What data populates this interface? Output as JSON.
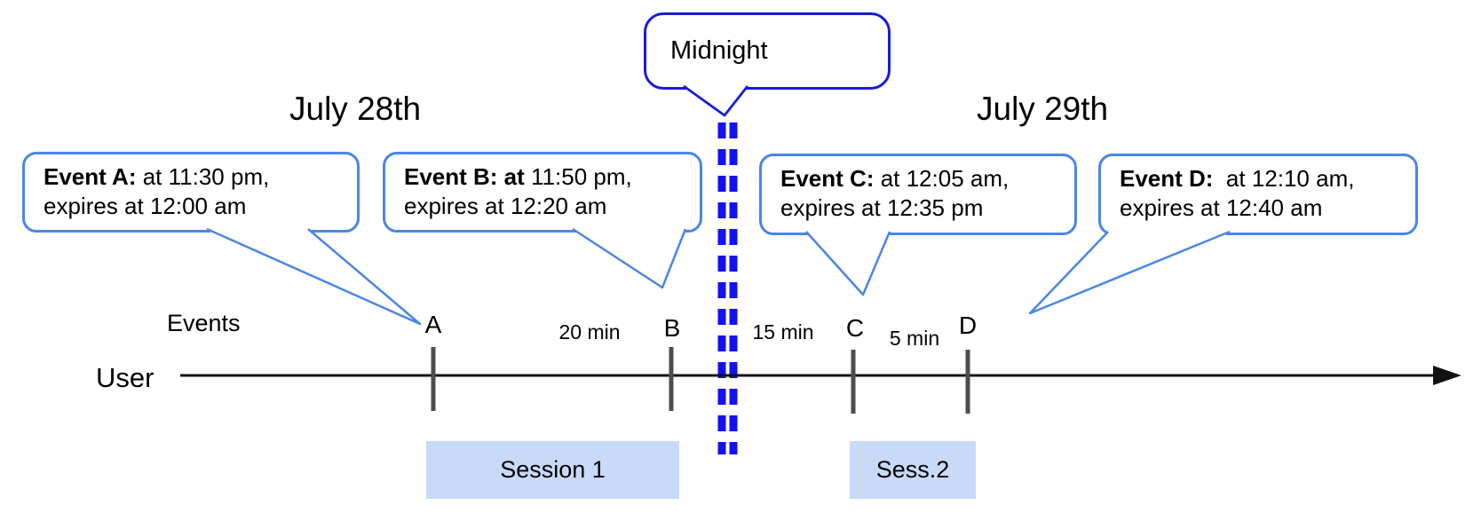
{
  "colors": {
    "event_bubble_border": "#4a86e8",
    "midnight_border": "#1a1add",
    "dash_blue": "#1212ee",
    "session_fill": "#c9daf8",
    "tick_gray": "#4d4d4d",
    "line_black": "#111111"
  },
  "dates": {
    "left": "July 28th",
    "right": "July 29th"
  },
  "midnight_label": "Midnight",
  "axis": {
    "events_label": "Events",
    "user_label": "User"
  },
  "event_bubbles": [
    {
      "bold": "Event A:",
      "rest": " at 11:30 pm,",
      "line2": "expires at 12:00 am"
    },
    {
      "bold": "Event B: at",
      "rest": " 11:50 pm,",
      "line2": "expires at 12:20 am"
    },
    {
      "bold": "Event C:",
      "rest": " at 12:05 am,",
      "line2": "expires at 12:35 pm"
    },
    {
      "bold": "Event D:",
      "rest": "  at 12:10 am,",
      "line2": "expires at 12:40 am"
    }
  ],
  "tick_labels": [
    "A",
    "B",
    "C",
    "D"
  ],
  "intervals": [
    "20 min",
    "15 min",
    "5 min"
  ],
  "sessions": [
    "Session 1",
    "Sess.2"
  ]
}
